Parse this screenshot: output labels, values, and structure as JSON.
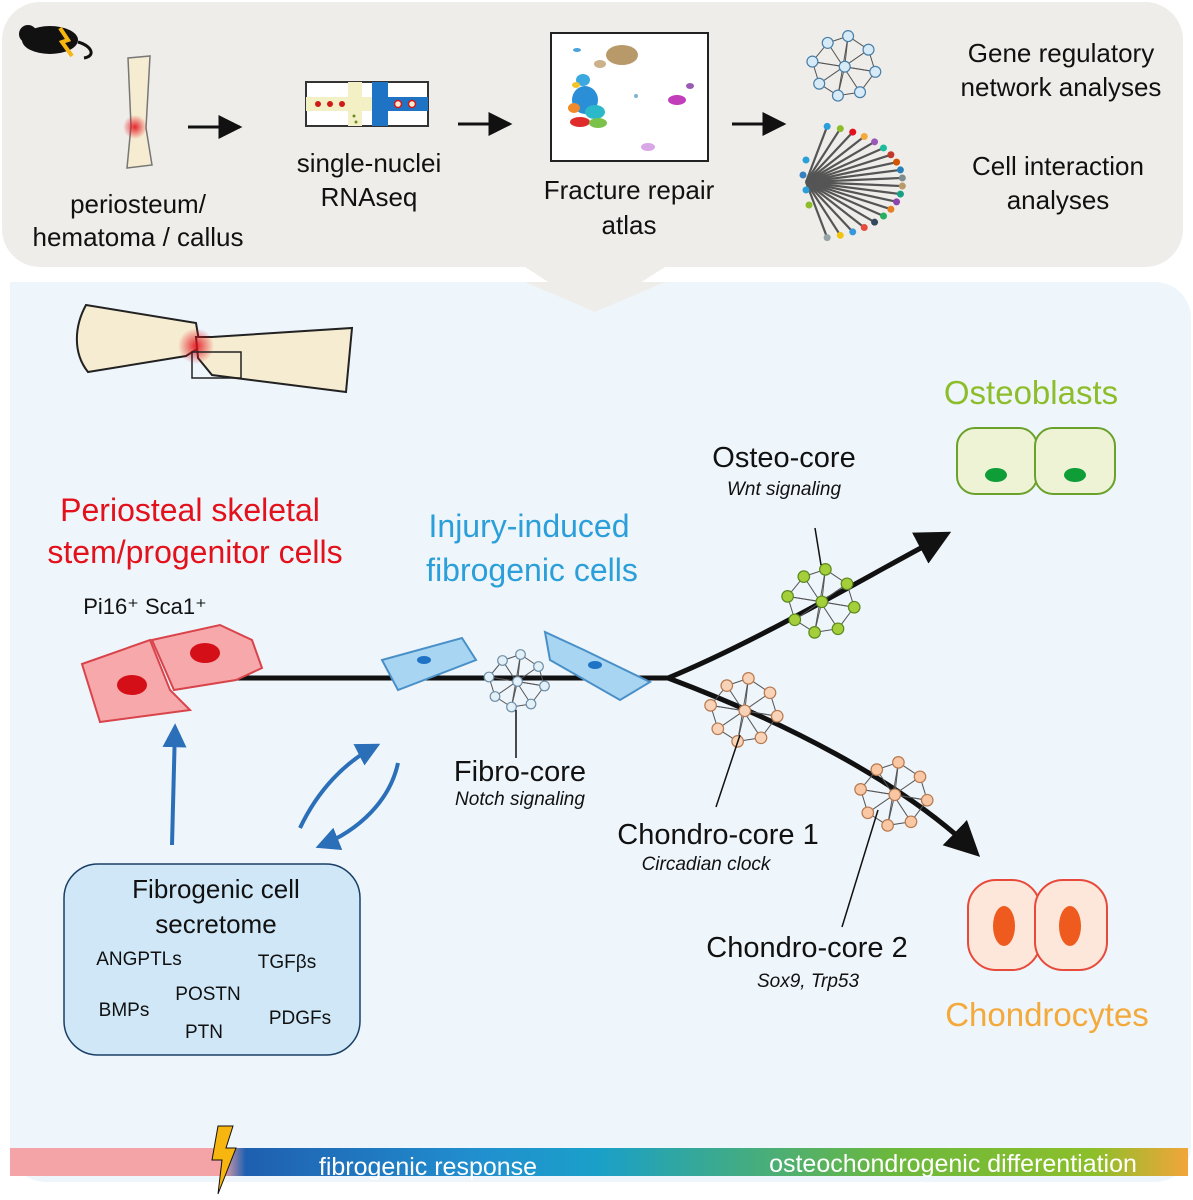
{
  "workflow": {
    "step1_line1": "periosteum/",
    "step1_line2": "hematoma / callus",
    "step2_line1": "single-nuclei",
    "step2_line2": "RNAseq",
    "step3_line1": "Fracture repair",
    "step3_line2": "atlas",
    "grn_line1": "Gene regulatory",
    "grn_line2": "network analyses",
    "cia_line1": "Cell interaction",
    "cia_line2": "analyses"
  },
  "populations": {
    "psspc_line1": "Periosteal skeletal",
    "psspc_line2": "stem/progenitor cells",
    "markers": "Pi16⁺ Sca1⁺",
    "fibro_line1": "Injury-induced",
    "fibro_line2": "fibrogenic cells",
    "osteoblasts": "Osteoblasts",
    "chondrocytes": "Chondrocytes"
  },
  "cores": {
    "osteo_name": "Osteo-core",
    "osteo_pathway": "Wnt signaling",
    "fibro_name": "Fibro-core",
    "fibro_pathway": "Notch signaling",
    "chondro1_name": "Chondro-core 1",
    "chondro1_pathway": "Circadian clock",
    "chondro2_name": "Chondro-core 2",
    "chondro2_pathway": "Sox9, Trp53"
  },
  "secretome": {
    "title_line1": "Fibrogenic cell",
    "title_line2": "secretome",
    "factors": [
      "ANGPTLs",
      "TGFβs",
      "POSTN",
      "BMPs",
      "PDGFs",
      "PTN"
    ]
  },
  "timeline": {
    "left_label": "fibrogenic response",
    "right_label": "osteochondrogenic differentiation"
  },
  "colors": {
    "psspc": "#e3111b",
    "fibro": "#2b9fd9",
    "osteo": "#8dbd2a",
    "chondro": "#f4a93b"
  }
}
